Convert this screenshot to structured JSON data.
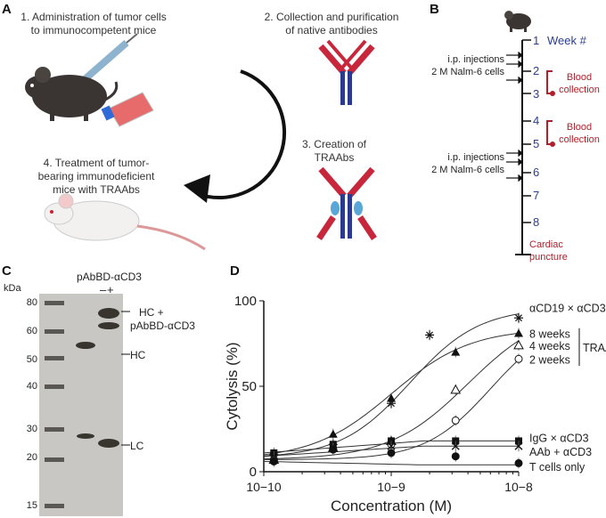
{
  "panel_a": {
    "label": "A",
    "step1": [
      "1.  Administration of tumor cells",
      "to immunocompetent mice"
    ],
    "step2": [
      "2.  Collection and purification",
      "of native antibodies"
    ],
    "step3": [
      "3.  Creation of",
      "TRAAbs"
    ],
    "step4": [
      "4.  Treatment of tumor-",
      "bearing immunodeficient",
      "mice with TRAAbs"
    ]
  },
  "panel_b": {
    "label": "B",
    "week_header": "Week #",
    "weeks": [
      "1",
      "2",
      "3",
      "4",
      "5",
      "6",
      "7",
      "8"
    ],
    "injection_label": [
      "i.p. injections",
      "2 M Nalm-6 cells"
    ],
    "blood_collection": [
      "Blood",
      "collection"
    ],
    "cardiac_puncture": [
      "Cardiac",
      "puncture"
    ]
  },
  "panel_c": {
    "label": "C",
    "title": "pAbBD-αCD3",
    "lane_minus": "–",
    "lane_plus": "+",
    "kda_label": "kDa",
    "markers": [
      "80",
      "60",
      "50",
      "40",
      "30",
      "20",
      "15"
    ],
    "band_labels": [
      "HC +",
      "pAbBD-αCD3",
      "HC",
      "LC"
    ]
  },
  "chart_data": {
    "type": "scatter",
    "panel_label": "D",
    "xlabel": "Concentration (M)",
    "ylabel": "Cytolysis (%)",
    "xscale": "log",
    "xlim": [
      1e-10,
      1e-08
    ],
    "ylim": [
      0,
      100
    ],
    "xticks": [
      "10−10",
      "10−9",
      "10−8"
    ],
    "yticks": [
      "0",
      "50",
      "100"
    ],
    "bracket_label": "TRAAb",
    "series": [
      {
        "name": "αCD19 × αCD3",
        "marker": "asterisk",
        "x": [
          1.2e-10,
          3.5e-10,
          1e-09,
          2e-09,
          1e-08
        ],
        "y": [
          10,
          16,
          40,
          80,
          90
        ]
      },
      {
        "name": "8 weeks",
        "marker": "filled-triangle",
        "x": [
          1.2e-10,
          3.5e-10,
          1e-09,
          3.2e-09,
          1e-08
        ],
        "y": [
          8,
          22,
          43,
          70,
          81
        ]
      },
      {
        "name": "4 weeks",
        "marker": "open-triangle",
        "x": [
          1.2e-10,
          3.5e-10,
          1e-09,
          3.2e-09,
          1e-08
        ],
        "y": [
          7,
          14,
          18,
          48,
          74
        ]
      },
      {
        "name": "2 weeks",
        "marker": "open-circle",
        "x": [
          1.2e-10,
          3.5e-10,
          1e-09,
          3.2e-09,
          1e-08
        ],
        "y": [
          7,
          13,
          16,
          30,
          66
        ]
      },
      {
        "name": "IgG × αCD3",
        "marker": "filled-square",
        "x": [
          1.2e-10,
          3.5e-10,
          1e-09,
          3.2e-09,
          1e-08
        ],
        "y": [
          11,
          16,
          18,
          18,
          18
        ]
      },
      {
        "name": "AAb + αCD3",
        "marker": "x",
        "x": [
          1.2e-10,
          3.5e-10,
          1e-09,
          3.2e-09,
          1e-08
        ],
        "y": [
          9,
          14,
          15,
          15,
          15
        ]
      },
      {
        "name": "T cells only",
        "marker": "filled-circle",
        "x": [
          1.2e-10,
          3.5e-10,
          1e-09,
          3.2e-09,
          1e-08
        ],
        "y": [
          6,
          13,
          11,
          9,
          5
        ]
      }
    ]
  }
}
